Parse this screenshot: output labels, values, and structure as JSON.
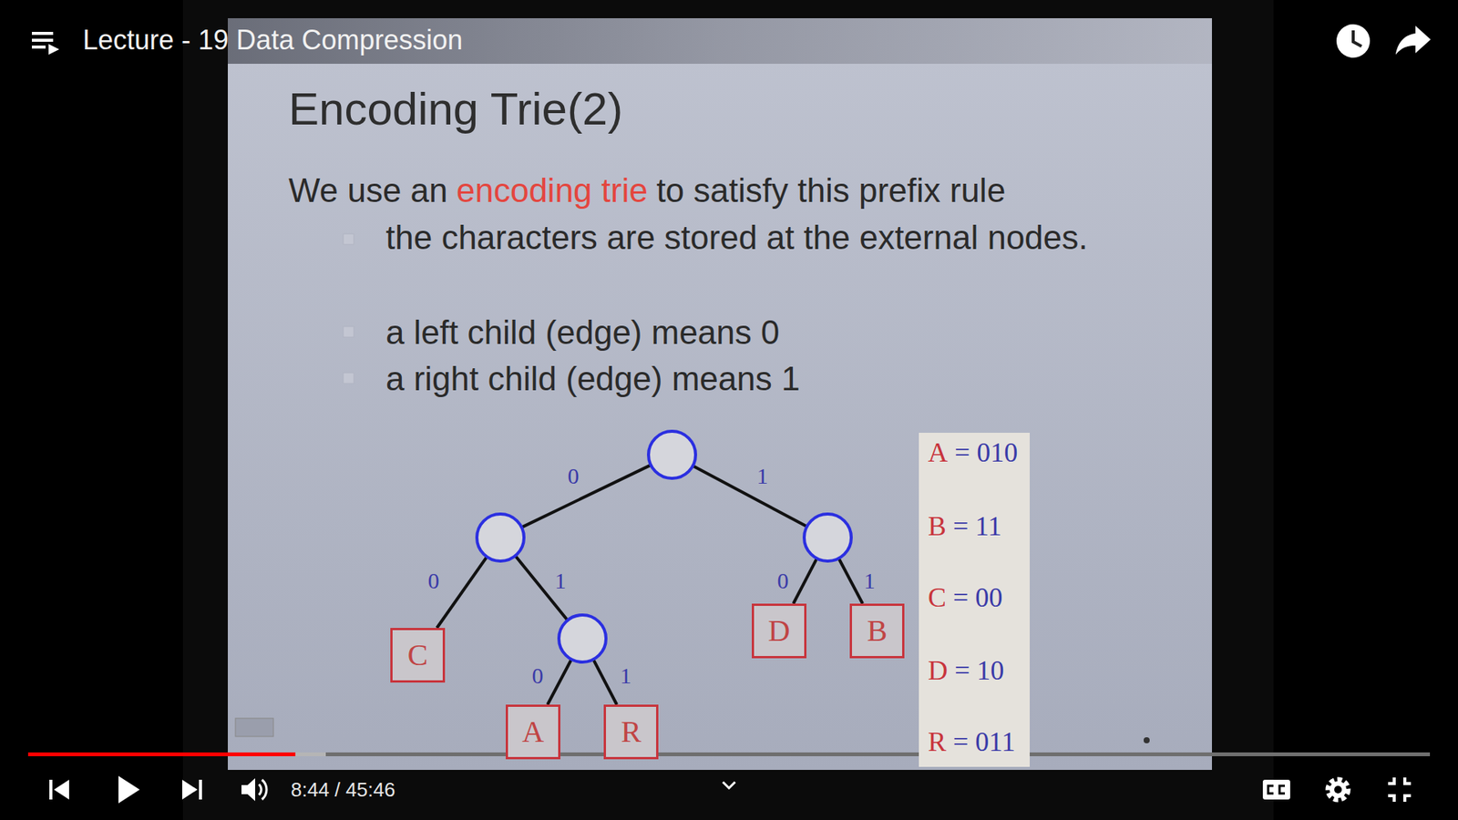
{
  "diagram": {
    "title": "Encoding Trie(2)",
    "nodes": [
      {
        "text": []
      },
      {
        "text": []
      },
      {
        "text": []
      },
      {
        "text": [
          "C"
        ]
      },
      {
        "text": []
      },
      {
        "text": [
          "D"
        ]
      },
      {
        "text": [
          "B"
        ]
      },
      {
        "text": [
          "A"
        ]
      },
      {
        "text": [
          "R"
        ]
      }
    ],
    "edges": [
      {
        "from": 0,
        "to": 1,
        "label": "0",
        "arrow": "none"
      },
      {
        "from": 0,
        "to": 2,
        "label": "1",
        "arrow": "none"
      },
      {
        "from": 1,
        "to": 3,
        "label": "0",
        "arrow": "none"
      },
      {
        "from": 1,
        "to": 4,
        "label": "1",
        "arrow": "none"
      },
      {
        "from": 2,
        "to": 5,
        "label": "0",
        "arrow": "none"
      },
      {
        "from": 2,
        "to": 6,
        "label": "1",
        "arrow": "none"
      },
      {
        "from": 4,
        "to": 7,
        "label": "0",
        "arrow": "none"
      },
      {
        "from": 4,
        "to": 8,
        "label": "1",
        "arrow": "none"
      }
    ],
    "labels": [
      "Lecture - 19 Data Compression",
      "We use an",
      "encoding trie",
      "to satisfy this prefix rule",
      "the characters are stored at the external nodes.",
      "a left child (edge) means 0",
      "a right child (edge) means 1",
      "A",
      "= 010",
      "B",
      "= 11",
      "C",
      "= 00",
      "D",
      "= 10",
      "R",
      "= 011",
      "8:44 / 45:46"
    ]
  }
}
